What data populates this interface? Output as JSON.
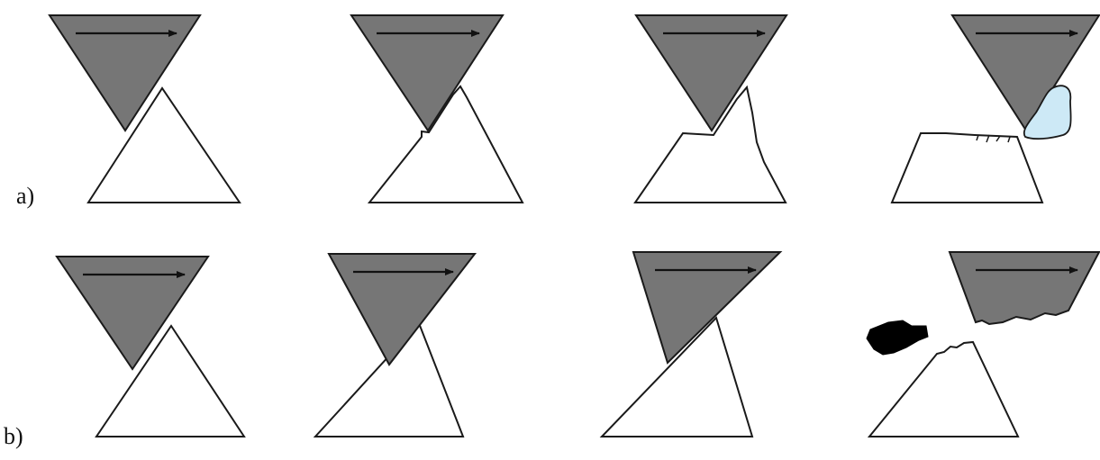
{
  "rows": [
    {
      "label": "a)"
    },
    {
      "label": "b)"
    }
  ],
  "colors": {
    "tool_fill": "#767676",
    "stroke": "#1a1a1a",
    "workpiece_fill": "#ffffff",
    "chip_fill": "#cde9f6",
    "debris_fill": "#000000"
  },
  "icons": {
    "motion": "right-arrow-icon",
    "tool": "downward-triangle-tool",
    "workpiece": "upward-triangle-asperity"
  }
}
